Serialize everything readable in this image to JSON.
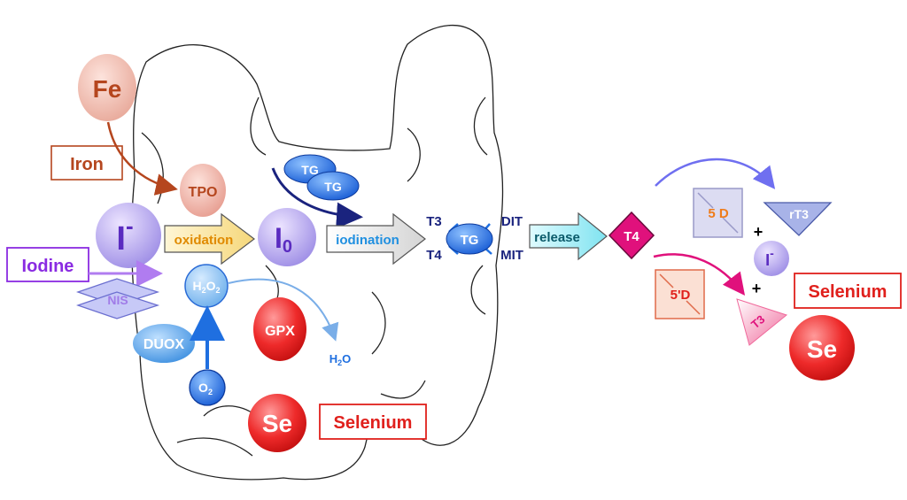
{
  "colors": {
    "iron": "#b5461e",
    "iodine": "#8a2be2",
    "selenium": "#e0201c",
    "tg_blue": "#1f6fe0",
    "navy": "#1a237e",
    "magenta": "#e0117c",
    "orange": "#ef7c1a"
  },
  "labels": {
    "fe": "Fe",
    "iron": "Iron",
    "tpo": "TPO",
    "iodide": "I",
    "iodide_sup": "-",
    "iodine": "Iodine",
    "nis": "NIS",
    "duox": "DUOX",
    "h2o2_h1": "H",
    "h2o2_s1": "2",
    "h2o2_o": "O",
    "h2o2_s2": "2",
    "o2_o": "O",
    "o2_sub": "2",
    "h2o_h": "H",
    "h2o_sub": "2",
    "h2o_o": "O",
    "oxidation": "oxidation",
    "i0_i": "I",
    "i0_sub": "0",
    "gpx": "GPX",
    "se_center": "Se",
    "selenium_center": "Selenium",
    "tg_a": "TG",
    "tg_b": "TG",
    "iodination": "iodination",
    "t3": "T3",
    "t4": "T4",
    "dit": "DIT",
    "mit": "MIT",
    "tg_center": "TG",
    "release": "release",
    "t4_diamond": "T4",
    "d5": "5 D",
    "rt3": "rT3",
    "plus1": "+",
    "iodide_right": "I",
    "iodide_right_sup": "-",
    "plus2": "+",
    "d5p": "5'D",
    "selenium_right": "Selenium",
    "t3_right": "T3",
    "se_right": "Se"
  }
}
